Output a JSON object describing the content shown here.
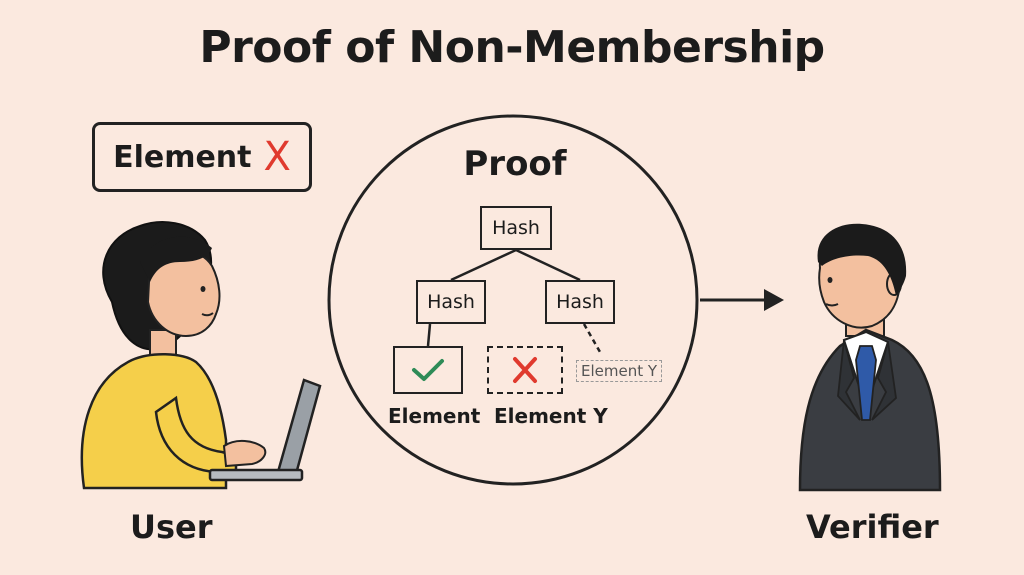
{
  "title": "Proof of Non-Membership",
  "element_box": {
    "label": "Element",
    "mark": "X"
  },
  "proof": {
    "title": "Proof",
    "root_node": "Hash",
    "left_node": "Hash",
    "right_node": "Hash",
    "leaf_left_label": "Element",
    "leaf_right_label": "Element Y",
    "ghost_label": "Element Y",
    "leaf_left_icon": "check-icon",
    "leaf_right_icon": "cross-icon"
  },
  "user": {
    "label": "User"
  },
  "verifier": {
    "label": "Verifier"
  },
  "colors": {
    "background": "#fbe9df",
    "accent_red": "#e03a2e",
    "check_green": "#2e8b57",
    "sweater": "#f5cf4a",
    "suit": "#3a3d42",
    "tie": "#2f5aa8"
  }
}
